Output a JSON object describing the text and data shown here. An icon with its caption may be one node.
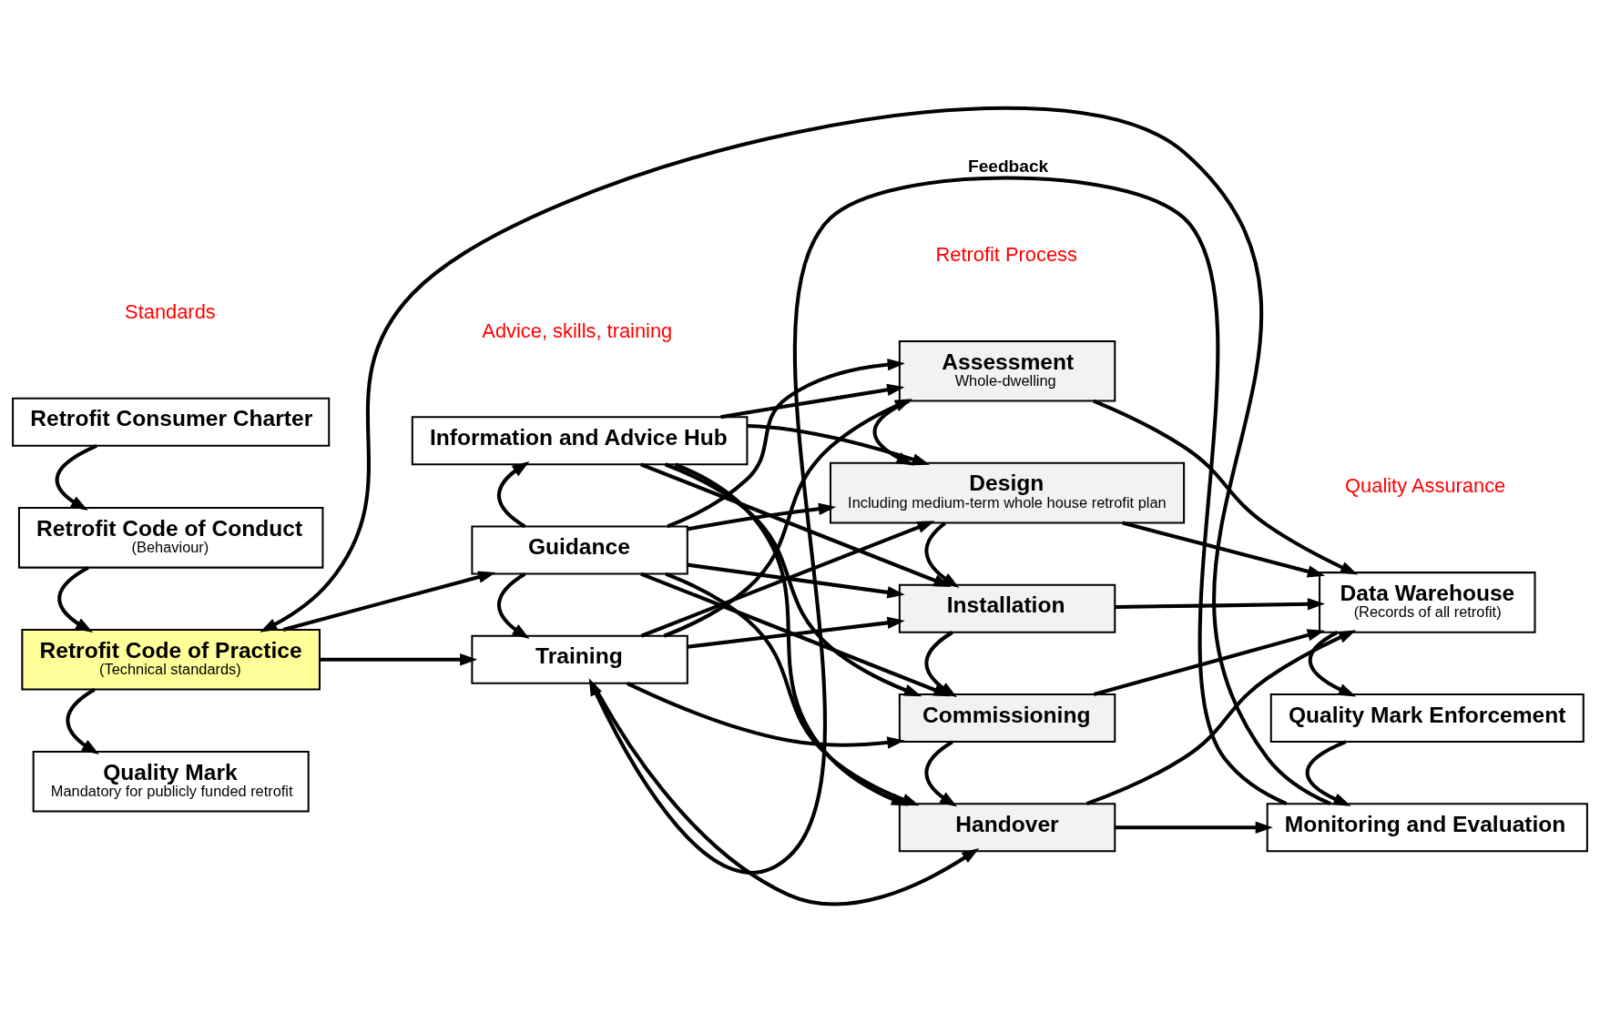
{
  "diagram": {
    "nodes": [
      {
        "text": [
          "Retrofit Consumer Charter"
        ]
      },
      {
        "text": [
          "Retrofit Code of Conduct",
          "(Behaviour)"
        ]
      },
      {
        "text": [
          "Retrofit Code of Practice",
          "(Technical standards)"
        ]
      },
      {
        "text": [
          "Quality Mark",
          "Mandatory for publicly funded retrofit"
        ]
      },
      {
        "text": [
          "Information and Advice Hub"
        ]
      },
      {
        "text": [
          "Guidance"
        ]
      },
      {
        "text": [
          "Training"
        ]
      },
      {
        "text": [
          "Assessment",
          "Whole-dwelling"
        ]
      },
      {
        "text": [
          "Design",
          "Including medium-term whole house retrofit plan"
        ]
      },
      {
        "text": [
          "Installation"
        ]
      },
      {
        "text": [
          "Commissioning"
        ]
      },
      {
        "text": [
          "Handover"
        ]
      },
      {
        "text": [
          "Data Warehouse",
          "(Records of all retrofit)"
        ]
      },
      {
        "text": [
          "Quality Mark Enforcement"
        ]
      },
      {
        "text": [
          "Monitoring and Evaluation"
        ]
      }
    ],
    "edges": [
      {
        "from": 0,
        "to": 1,
        "arrow": "to"
      },
      {
        "from": 1,
        "to": 2,
        "arrow": "to"
      },
      {
        "from": 2,
        "to": 3,
        "arrow": "to"
      },
      {
        "from": 2,
        "to": 5,
        "arrow": "to"
      },
      {
        "from": 2,
        "to": 6,
        "arrow": "to"
      },
      {
        "from": 5,
        "to": 4,
        "arrow": "to"
      },
      {
        "from": 5,
        "to": 6,
        "arrow": "to"
      },
      {
        "from": 4,
        "to": 7,
        "arrow": "to"
      },
      {
        "from": 4,
        "to": 8,
        "arrow": "to"
      },
      {
        "from": 4,
        "to": 9,
        "arrow": "to"
      },
      {
        "from": 4,
        "to": 10,
        "arrow": "to"
      },
      {
        "from": 4,
        "to": 11,
        "arrow": "to"
      },
      {
        "from": 5,
        "to": 7,
        "arrow": "to"
      },
      {
        "from": 5,
        "to": 8,
        "arrow": "to"
      },
      {
        "from": 5,
        "to": 9,
        "arrow": "to"
      },
      {
        "from": 5,
        "to": 10,
        "arrow": "to"
      },
      {
        "from": 5,
        "to": 11,
        "arrow": "to"
      },
      {
        "from": 6,
        "to": 7,
        "arrow": "to"
      },
      {
        "from": 6,
        "to": 8,
        "arrow": "to"
      },
      {
        "from": 6,
        "to": 9,
        "arrow": "to"
      },
      {
        "from": 6,
        "to": 10,
        "arrow": "to"
      },
      {
        "from": 6,
        "to": 11,
        "arrow": "to"
      },
      {
        "from": 7,
        "to": 8,
        "arrow": "to"
      },
      {
        "from": 8,
        "to": 9,
        "arrow": "to"
      },
      {
        "from": 9,
        "to": 10,
        "arrow": "to"
      },
      {
        "from": 10,
        "to": 11,
        "arrow": "to"
      },
      {
        "from": 7,
        "to": 12,
        "arrow": "to"
      },
      {
        "from": 8,
        "to": 12,
        "arrow": "to"
      },
      {
        "from": 9,
        "to": 12,
        "arrow": "to"
      },
      {
        "from": 10,
        "to": 12,
        "arrow": "to"
      },
      {
        "from": 11,
        "to": 12,
        "arrow": "to"
      },
      {
        "from": 12,
        "to": 13,
        "arrow": "to"
      },
      {
        "from": 13,
        "to": 14,
        "arrow": "to"
      },
      {
        "from": 11,
        "to": 14,
        "arrow": "to"
      },
      {
        "from": 14,
        "to": 6,
        "arrow": "to",
        "label": "Feedback"
      },
      {
        "from": 14,
        "to": 2,
        "arrow": "to"
      }
    ],
    "labels": [
      "Standards",
      "Advice, skills, training",
      "Retrofit Process",
      "Quality Assurance"
    ]
  }
}
